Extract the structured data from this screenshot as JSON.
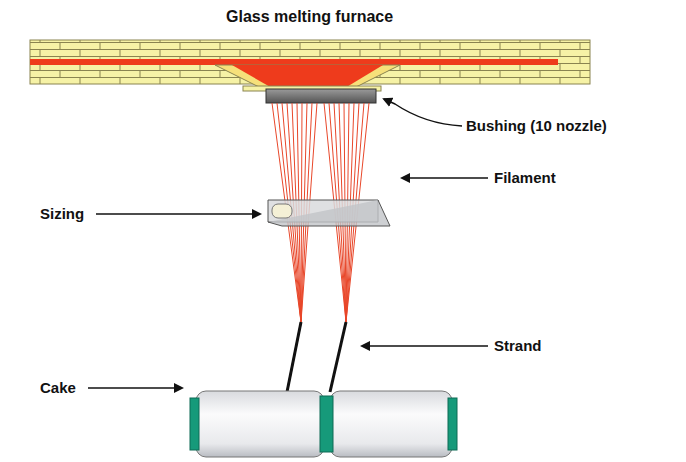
{
  "diagram": {
    "title": "Glass melting furnace",
    "labels": [
      "Bushing (10 nozzle)",
      "Filament",
      "Sizing",
      "Strand",
      "Cake"
    ]
  }
}
